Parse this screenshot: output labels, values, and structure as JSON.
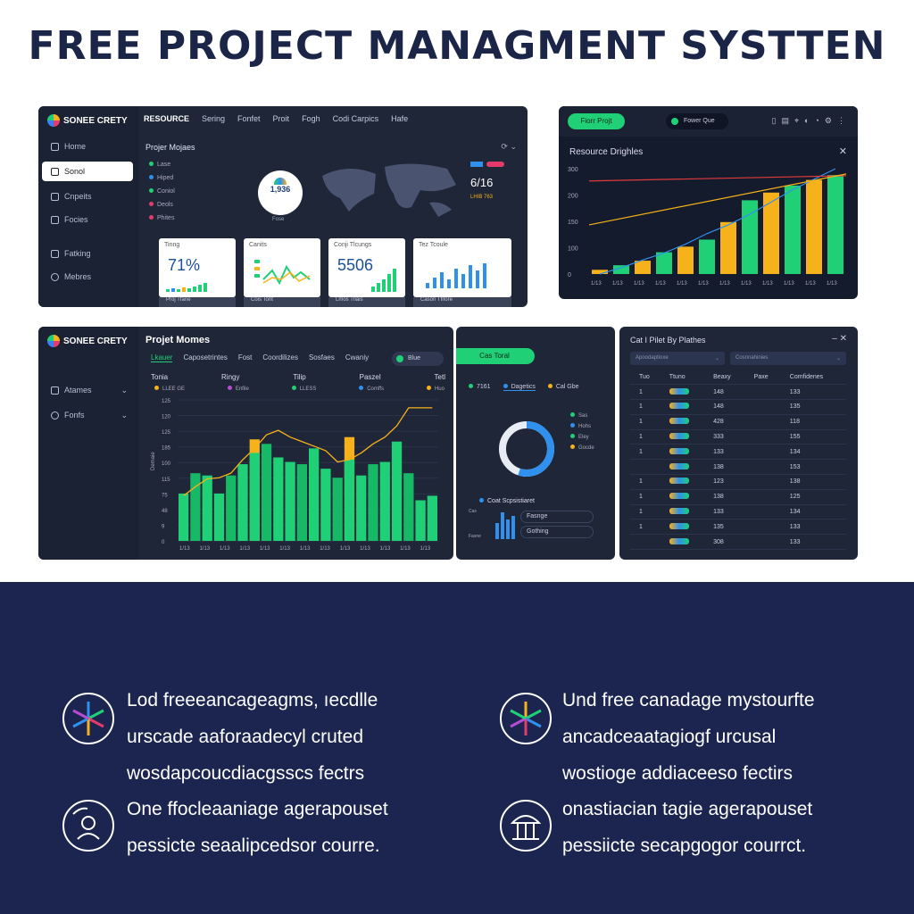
{
  "headline": "FREE PROJECT MANAGMENT SYSTTEN",
  "panel1": {
    "brand": "SONEE CRETY",
    "topnav": [
      "RESOURCE",
      "Sering",
      "Fonfet",
      "Proit",
      "Fogh",
      "Codi Carpics",
      "Hafe"
    ],
    "sidebar": [
      "Home",
      "Sonol",
      "Cnpeits",
      "Focies",
      "Fatking",
      "Mebres"
    ],
    "section_title": "Projer Mojaes",
    "legend": [
      "Lase",
      "Hiped",
      "Coniol",
      "Deols",
      "Phites"
    ],
    "globe_value": "1,936",
    "globe_label": "Fose",
    "stat_value": "6/16",
    "stat_label": "LHIB 763",
    "cards": [
      {
        "caption": "Tinng",
        "value": "71%",
        "foot": "Proj Tfane"
      },
      {
        "caption": "Canits",
        "value": "",
        "foot": "Cois Tont"
      },
      {
        "caption": "Conji Tlcungs",
        "value": "5506",
        "foot": "Lmos Tfiais"
      },
      {
        "caption": "Tez Tcoule",
        "value": "",
        "foot": "Cason Tfifore"
      }
    ]
  },
  "panel2": {
    "button": "Fiorr Projt",
    "toggle": "Fower Que",
    "title": "Resource Drighles",
    "y_ticks": [
      "300",
      "200",
      "150",
      "100",
      "0"
    ],
    "x_ticks": [
      "1/13",
      "1/13",
      "1/13",
      "1/13",
      "1/13",
      "1/13",
      "1/13",
      "1/13",
      "1/13",
      "1/13",
      "1/13",
      "1/13",
      "1/13"
    ],
    "chart_data": {
      "type": "bar",
      "bars": [
        12,
        25,
        38,
        62,
        78,
        98,
        148,
        210,
        232,
        252,
        268,
        282
      ],
      "line_blue": [
        0,
        18,
        40,
        60,
        85,
        115,
        140,
        170,
        205,
        240,
        270,
        300
      ],
      "line_red_start": 265,
      "line_red_end": 280,
      "line_yellow_start": 140,
      "line_yellow_end": 285
    }
  },
  "panel3": {
    "brand": "SONEE CRETY",
    "title": "Projet Momes",
    "tabs": [
      "Lkauer",
      "Caposetrintes",
      "Fost",
      "Coordilizes",
      "Sosfaes",
      "Cwaniy"
    ],
    "toggle": "Blue",
    "sidebar": [
      "Atames",
      "Fonfs"
    ],
    "columns": [
      "Tonia",
      "Ringy",
      "Tilip",
      "Paszel",
      "Tetl"
    ],
    "legend": [
      "LLEE GE",
      "Enfile",
      "LLESS",
      "Comffs",
      "Huo"
    ],
    "y_ticks": [
      "125",
      "120",
      "125",
      "185",
      "100",
      "115",
      "75",
      "48",
      "9",
      "0"
    ],
    "y_label": "Demaie",
    "x_ticks": [
      "1/13",
      "1/13",
      "1/13",
      "1/13",
      "1/13",
      "1/13",
      "1/13",
      "1/13",
      "1/13",
      "1/13",
      "1/13",
      "1/13",
      "1/13"
    ],
    "chart_data": {
      "type": "bar",
      "green": [
        42,
        60,
        58,
        42,
        58,
        68,
        78,
        86,
        74,
        70,
        68,
        82,
        64,
        56,
        72,
        58,
        68,
        70,
        88,
        60,
        36,
        40
      ],
      "yellow": [
        0,
        0,
        0,
        0,
        0,
        0,
        70,
        0,
        0,
        0,
        0,
        0,
        0,
        0,
        72,
        0,
        0,
        0,
        0,
        0,
        0,
        0
      ],
      "line": [
        40,
        48,
        55,
        56,
        60,
        72,
        82,
        94,
        98,
        92,
        88,
        84,
        80,
        70,
        72,
        78,
        86,
        92,
        102,
        118,
        118,
        118
      ]
    }
  },
  "panel4": {
    "button": "Cas Toral",
    "tabs": [
      "7161",
      "Dagetics",
      "Cal Gbe"
    ],
    "donut_pct": 55,
    "legend": [
      "Sas",
      "Hohs",
      "Eley",
      "Gocde"
    ],
    "bottom_title": "Coat Scpsistiaret",
    "bottom_items": [
      "Fasnge",
      "Gothing"
    ],
    "bottom_labels": [
      "Cas",
      "Fasne"
    ]
  },
  "panel5": {
    "title": "Cat I Pilet By Plathes",
    "filter1": "Apoodaptioxe",
    "filter2": "Cosnnahinies",
    "headers": [
      "Tuo",
      "Ttuno",
      "Beaxy",
      "Paxe",
      "Comfidenes"
    ],
    "rows": [
      [
        "1",
        "",
        "148",
        "",
        "133"
      ],
      [
        "1",
        "",
        "148",
        "",
        "135"
      ],
      [
        "1",
        "",
        "428",
        "",
        "118"
      ],
      [
        "1",
        "",
        "333",
        "",
        "155"
      ],
      [
        "1",
        "",
        "133",
        "",
        "134"
      ],
      [
        "",
        "",
        "138",
        "",
        "153"
      ],
      [
        "1",
        "",
        "123",
        "",
        "138"
      ],
      [
        "1",
        "",
        "138",
        "",
        "125"
      ],
      [
        "1",
        "",
        "133",
        "",
        "134"
      ],
      [
        "1",
        "",
        "135",
        "",
        "133"
      ],
      [
        "",
        "",
        "308",
        "",
        "133"
      ]
    ]
  },
  "features": [
    {
      "lines": [
        "Lod freeeancageagms, ıecdlle",
        "urscade aaforaadecyl cruted",
        "wosdapcoucdiacgsscs fectrs"
      ]
    },
    {
      "lines": [
        "Und free canadage mystourfte",
        "ancadceaatagiogf urcusal",
        "wostioge addiaceeso fectirs"
      ]
    },
    {
      "lines": [
        "One ffocleaaniage agerapouset",
        "pessicte seaalipcedsor courre."
      ]
    },
    {
      "lines": [
        "onastiacian tagie agerapouset",
        "pessiicte secapgogor courrct."
      ]
    }
  ],
  "colors": {
    "green": "#1fd077",
    "yellow": "#f7b11a",
    "blue": "#2f90ee",
    "navy": "#1b2550"
  }
}
